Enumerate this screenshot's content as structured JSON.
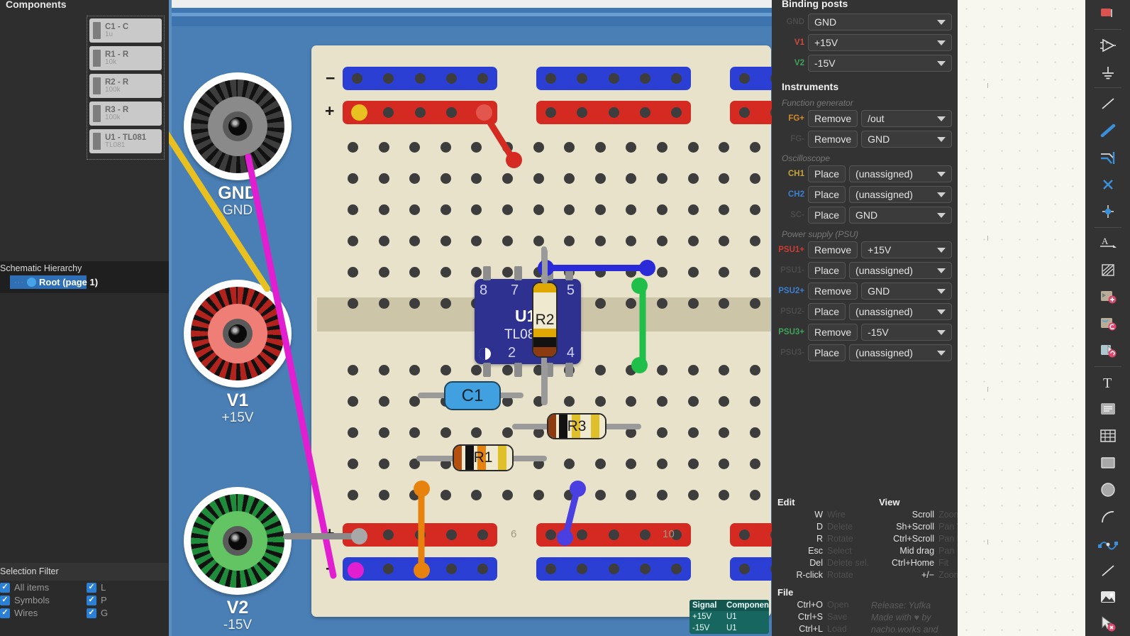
{
  "components_panel": {
    "title": "Components",
    "items": [
      {
        "ref": "C1 - C",
        "value": "1u"
      },
      {
        "ref": "R1 - R",
        "value": "10k"
      },
      {
        "ref": "R2 - R",
        "value": "100k"
      },
      {
        "ref": "R3 - R",
        "value": "100k"
      },
      {
        "ref": "U1 - TL081",
        "value": "TL081"
      }
    ]
  },
  "hierarchy_panel": {
    "title": "Schematic Hierarchy",
    "dots": "···",
    "root_label": "Root (page 1)"
  },
  "selection_filter": {
    "title": "Selection Filter",
    "items": [
      {
        "label": "All items",
        "checked": true
      },
      {
        "label": "L",
        "checked": true
      },
      {
        "label": "Symbols",
        "checked": true
      },
      {
        "label": "P",
        "checked": true
      },
      {
        "label": "Wires",
        "checked": true
      },
      {
        "label": "G",
        "checked": true
      }
    ]
  },
  "binding_posts": {
    "title": "Binding posts",
    "rows": [
      {
        "tag": "GND",
        "tag_dim": true,
        "value": "GND"
      },
      {
        "tag": "V1",
        "tag_dim": false,
        "tag_color": "#d14b3c",
        "value": "+15V"
      },
      {
        "tag": "V2",
        "tag_dim": false,
        "tag_color": "#3fa35a",
        "value": "-15V"
      }
    ]
  },
  "instruments": {
    "title": "Instruments",
    "groups": [
      {
        "name": "Function generator",
        "rows": [
          {
            "tag": "FG+",
            "tag_color": "#d08a2a",
            "tag_dim": false,
            "button": "Remove",
            "value": "/out"
          },
          {
            "tag": "FG-",
            "tag_color": "#d08a2a",
            "tag_dim": true,
            "button": "Remove",
            "value": "GND"
          }
        ]
      },
      {
        "name": "Oscilloscope",
        "rows": [
          {
            "tag": "CH1",
            "tag_color": "#c8a33a",
            "tag_dim": false,
            "button": "Place",
            "value": "(unassigned)"
          },
          {
            "tag": "CH2",
            "tag_color": "#3a7fd0",
            "tag_dim": false,
            "button": "Place",
            "value": "(unassigned)"
          },
          {
            "tag": "SC-",
            "tag_color": "#6d6d6d",
            "tag_dim": true,
            "button": "Place",
            "value": "GND"
          }
        ]
      },
      {
        "name": "Power supply (PSU)",
        "rows": [
          {
            "tag": "PSU1+",
            "tag_color": "#cf3b33",
            "tag_dim": false,
            "button": "Remove",
            "value": "+15V"
          },
          {
            "tag": "PSU1-",
            "tag_color": "#cf3b33",
            "tag_dim": true,
            "button": "Place",
            "value": "(unassigned)"
          },
          {
            "tag": "PSU2+",
            "tag_color": "#3a7fd0",
            "tag_dim": false,
            "button": "Remove",
            "value": "GND"
          },
          {
            "tag": "PSU2-",
            "tag_color": "#3a7fd0",
            "tag_dim": true,
            "button": "Place",
            "value": "(unassigned)"
          },
          {
            "tag": "PSU3+",
            "tag_color": "#3fa35a",
            "tag_dim": false,
            "button": "Remove",
            "value": "-15V"
          },
          {
            "tag": "PSU3-",
            "tag_color": "#3fa35a",
            "tag_dim": true,
            "button": "Place",
            "value": "(unassigned)"
          }
        ]
      }
    ]
  },
  "shortcuts": {
    "edit_header": "Edit",
    "view_header": "View",
    "file_header": "File",
    "edit": [
      {
        "key": "W",
        "desc": "Wire"
      },
      {
        "key": "D",
        "desc": "Delete"
      },
      {
        "key": "R",
        "desc": "Rotate"
      },
      {
        "key": "Esc",
        "desc": "Select"
      },
      {
        "key": "Del",
        "desc": "Delete sel."
      },
      {
        "key": "R-click",
        "desc": "Rotate"
      }
    ],
    "view": [
      {
        "key": "Scroll",
        "desc": "Zoom"
      },
      {
        "key": "Sh+Scroll",
        "desc": "Pan V"
      },
      {
        "key": "Ctrl+Scroll",
        "desc": "Pan H"
      },
      {
        "key": "Mid drag",
        "desc": "Pan"
      },
      {
        "key": "Ctrl+Home",
        "desc": "Fit"
      },
      {
        "key": "+/−",
        "desc": "Zoom"
      }
    ],
    "file": [
      {
        "key": "Ctrl+O",
        "desc": "Open"
      },
      {
        "key": "Ctrl+S",
        "desc": "Save"
      },
      {
        "key": "Ctrl+L",
        "desc": "Load"
      }
    ],
    "credits": [
      "Release: Yufka",
      "Made with ♥ by",
      "nacho.works and"
    ]
  },
  "board": {
    "posts": [
      {
        "name": "GND",
        "sub": "GND",
        "color_outer": "#3d3d3d",
        "color_inner": "#8a8a8a"
      },
      {
        "name": "V1",
        "sub": "+15V",
        "color_outer": "#b3231d",
        "color_inner": "#ef7e77"
      },
      {
        "name": "V2",
        "sub": "-15V",
        "color_outer": "#1f8c3b",
        "color_inner": "#62c463"
      }
    ],
    "rail_signs": [
      "−",
      "+",
      "+",
      "−"
    ],
    "column_numbers": [
      "6",
      "10"
    ],
    "components": [
      {
        "name": "C1",
        "type": "capacitor"
      },
      {
        "name": "R1",
        "type": "resistor"
      },
      {
        "name": "R2",
        "type": "resistor"
      },
      {
        "name": "R3",
        "type": "resistor"
      },
      {
        "name": "U1",
        "part": "TL081",
        "type": "ic",
        "pins_top": [
          "8",
          "7",
          "5"
        ],
        "pins_bottom": [
          "2",
          "4"
        ]
      }
    ]
  },
  "signal_table": {
    "headers": [
      "Signal",
      "Component"
    ],
    "rows": [
      {
        "signal": "+15V",
        "component": "U1"
      },
      {
        "signal": "-15V",
        "component": "U1"
      }
    ]
  },
  "toolbar": {
    "icons": [
      "netlabel-icon",
      "opamp-icon",
      "ground-icon",
      "line-icon",
      "wire-icon",
      "bus-entry-icon",
      "no-connect-icon",
      "junction-icon",
      "text-icon",
      "hatch-fill-icon",
      "add-sheet-icon",
      "import-sheet-icon",
      "sheet-pin-icon",
      "text-tool-icon",
      "textbox-icon",
      "table-icon",
      "rectangle-icon",
      "circle-icon",
      "arc-icon",
      "bezier-icon",
      "polyline-icon",
      "image-icon",
      "delete-tool-icon"
    ]
  }
}
